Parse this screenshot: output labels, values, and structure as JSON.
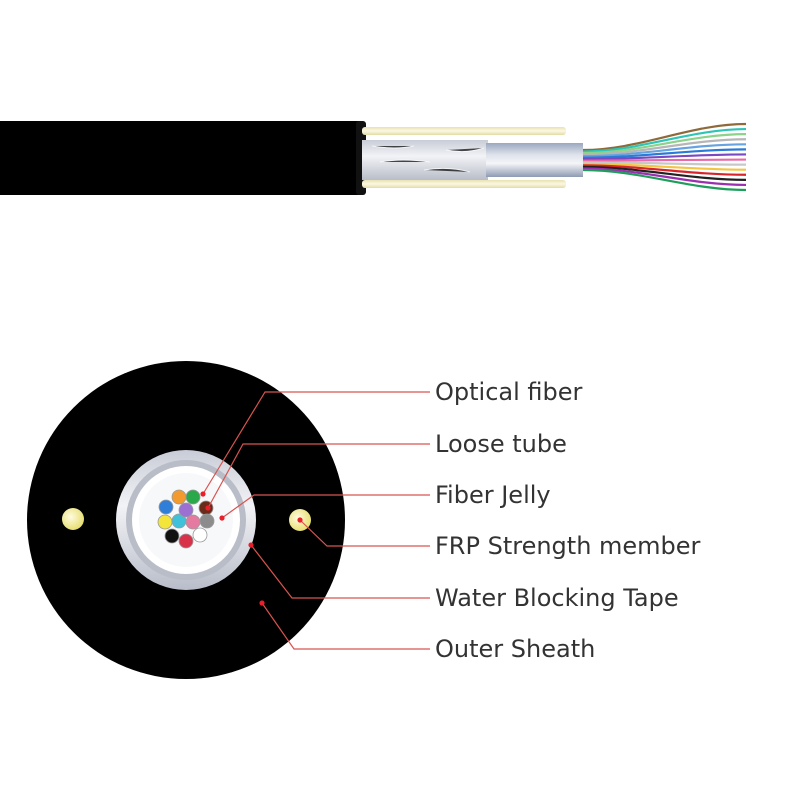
{
  "labels": [
    {
      "key": "optical-fiber",
      "text": "Optical fiber"
    },
    {
      "key": "loose-tube",
      "text": "Loose tube"
    },
    {
      "key": "fiber-jelly",
      "text": "Fiber Jelly"
    },
    {
      "key": "frp-strength-member",
      "text": "FRP Strength member"
    },
    {
      "key": "water-blocking-tape",
      "text": "Water Blocking Tape"
    },
    {
      "key": "outer-sheath",
      "text": "Outer Sheath"
    }
  ],
  "colors": {
    "sheath": "#000000",
    "leader_line": "#d9534f",
    "leader_dot": "#e8202a",
    "tape": "#e4e6ea",
    "tube": "#ffffff",
    "strength_member": "#f3f0a8",
    "fiber_fan": [
      "#8e6a3a",
      "#2ec4b6",
      "#8bd28b",
      "#b6b6b6",
      "#66a3e0",
      "#2b7bd6",
      "#7a48c0",
      "#e86aa8",
      "#c8c8c8",
      "#f4c542",
      "#d7242a",
      "#222222",
      "#9a2fb0",
      "#1f9e5b"
    ],
    "fiber_core": [
      "#2f7ed8",
      "#f29a2e",
      "#2aa84a",
      "#f3e53a",
      "#3fc1d9",
      "#9c6fd2",
      "#e57aa0",
      "#6b2b1b",
      "#8c8c8c",
      "#d8324a",
      "#ffffff",
      "#111111"
    ]
  }
}
